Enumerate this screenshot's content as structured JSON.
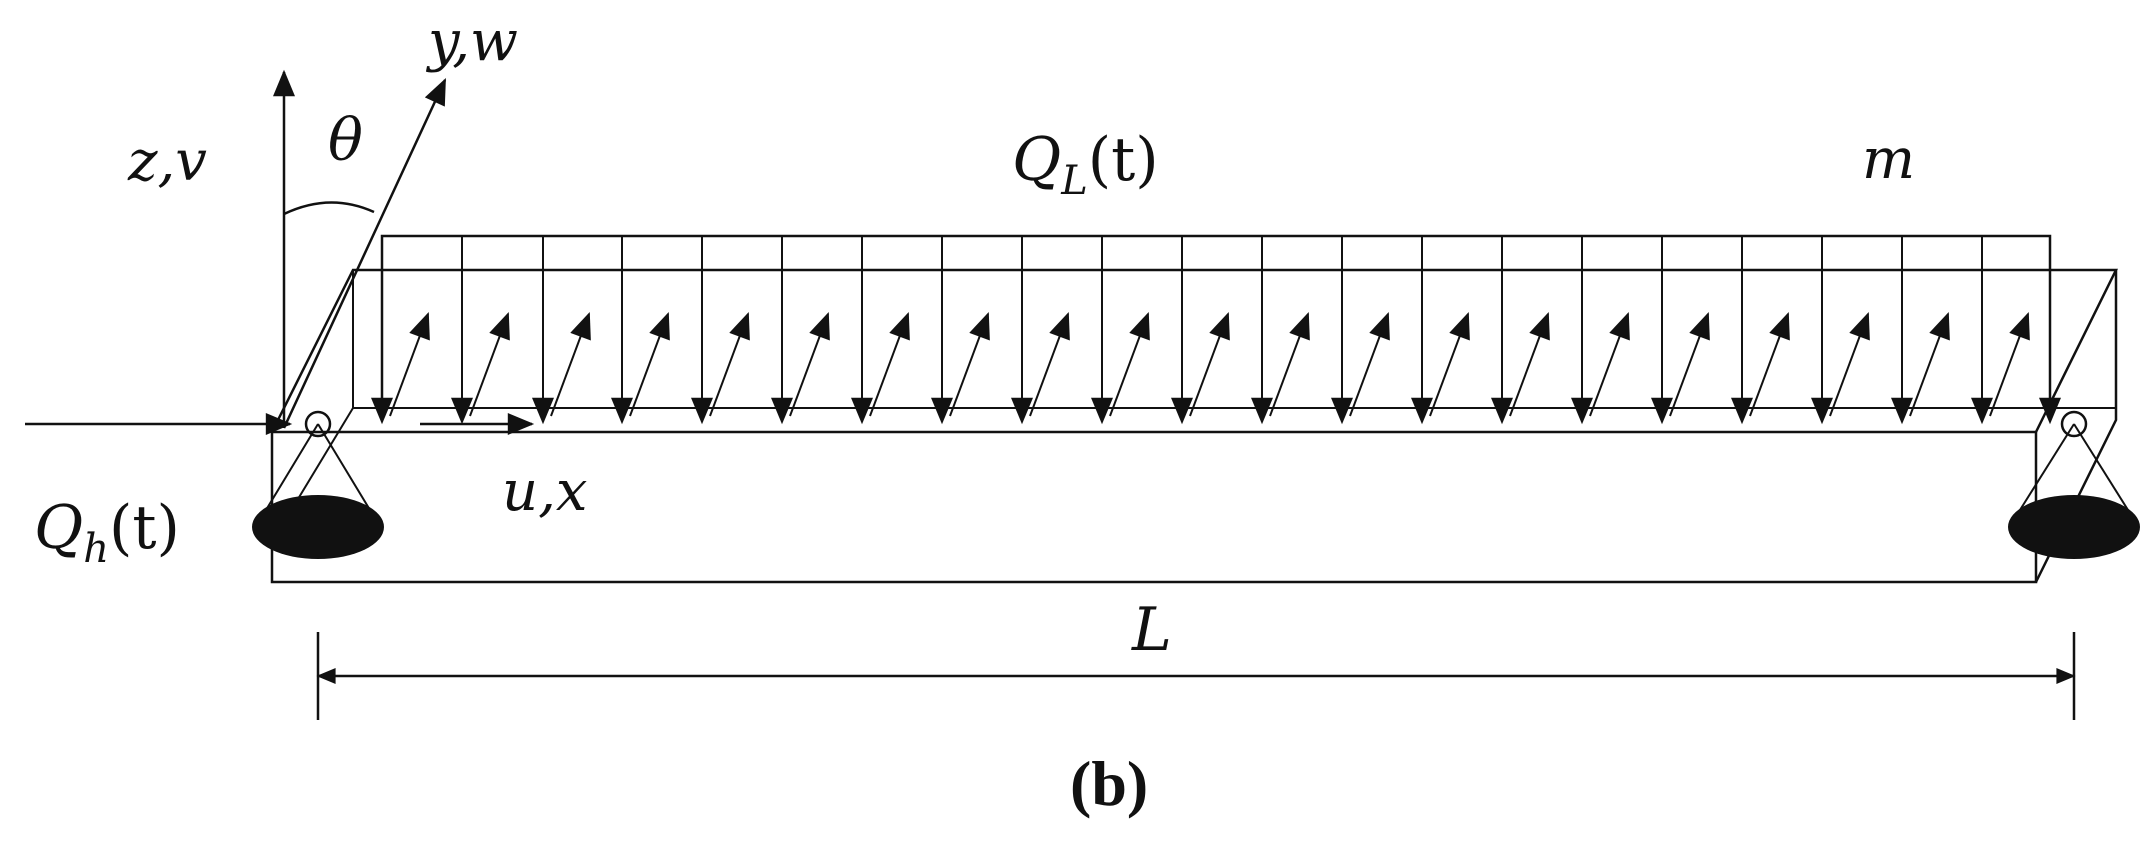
{
  "labels": {
    "z_axis": "z,v",
    "y_axis": "y,w",
    "x_axis": "u,x",
    "theta": "θ",
    "load_name": "Q",
    "load_sub": "L",
    "load_arg": "(t)",
    "support_name": "Q",
    "support_sub": "h",
    "support_arg": "(t)",
    "mass": "m",
    "length": "L",
    "caption": "(b)"
  },
  "colors": {
    "ink": "#111111",
    "background": "#ffffff"
  }
}
